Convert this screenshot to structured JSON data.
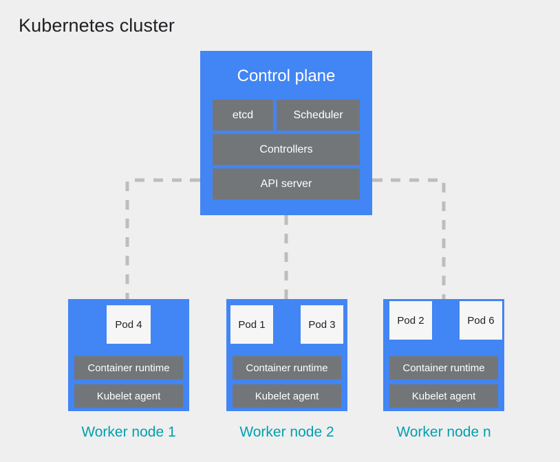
{
  "title": "Kubernetes cluster",
  "colors": {
    "background": "#efefef",
    "node_blue": "#4285f4",
    "component_grey": "#737679",
    "pod_white": "#f6f6f6",
    "label_teal": "#00a0af",
    "connector_grey": "#bdbdbd",
    "title_text": "#202124"
  },
  "control_plane": {
    "title": "Control plane",
    "components": [
      {
        "label": "etcd"
      },
      {
        "label": "Scheduler"
      },
      {
        "label": "Controllers"
      },
      {
        "label": "API server"
      }
    ]
  },
  "worker_nodes": [
    {
      "label": "Worker node 1",
      "pods": [
        {
          "label": "Pod 4"
        }
      ],
      "runtime_label": "Container runtime",
      "kubelet_label": "Kubelet agent"
    },
    {
      "label": "Worker node 2",
      "pods": [
        {
          "label": "Pod 1"
        },
        {
          "label": "Pod 3"
        }
      ],
      "runtime_label": "Container runtime",
      "kubelet_label": "Kubelet agent"
    },
    {
      "label": "Worker node n",
      "pods": [
        {
          "label": "Pod 2"
        },
        {
          "label": "Pod 6"
        }
      ],
      "runtime_label": "Container runtime",
      "kubelet_label": "Kubelet agent"
    }
  ],
  "connectors": {
    "description": "Dashed grey links from API server to each worker node",
    "links": [
      {
        "from": "api-server",
        "to": "worker-node-1"
      },
      {
        "from": "api-server",
        "to": "worker-node-2"
      },
      {
        "from": "api-server",
        "to": "worker-node-n"
      }
    ]
  }
}
